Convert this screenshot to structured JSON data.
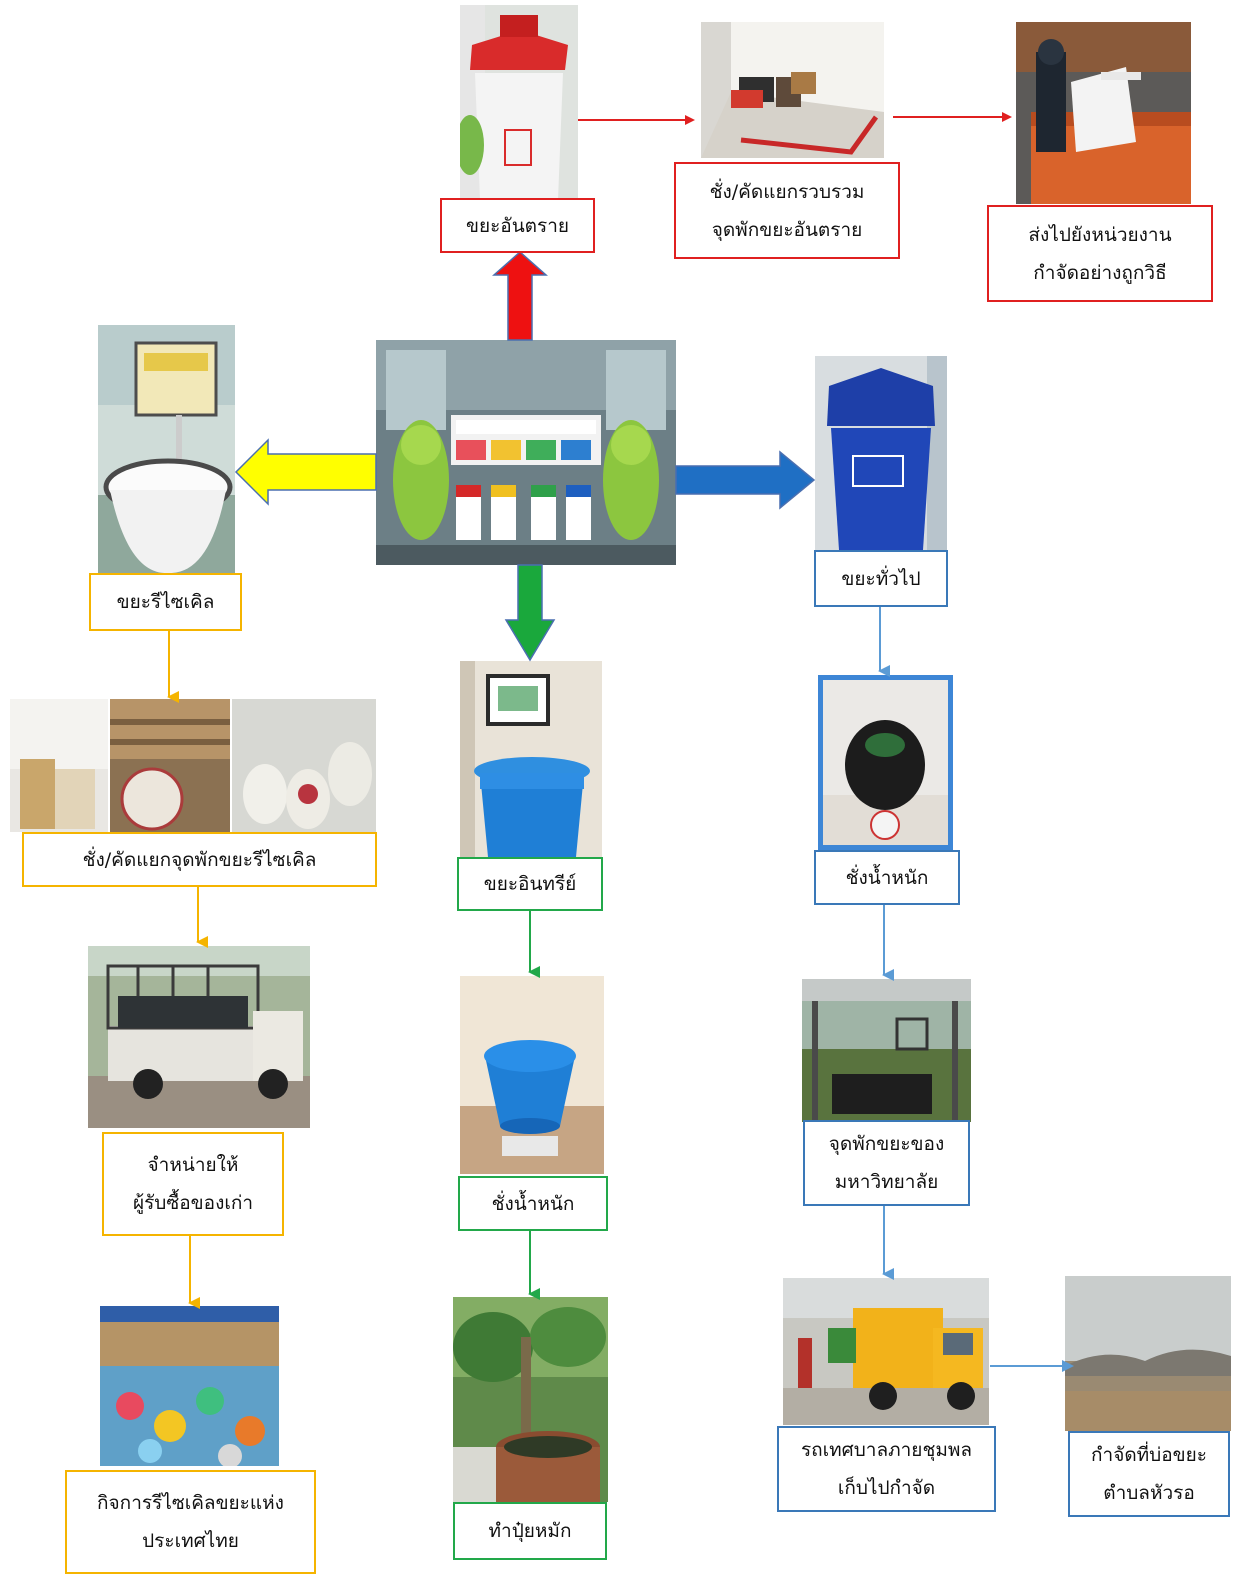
{
  "labels": {
    "hazardous": "ขยะอันตราย",
    "hazardous_collect_1": "ชั่ง/คัดแยกรวบรวม",
    "hazardous_collect_2": "จุดพักขยะอันตราย",
    "hazardous_send_1": "ส่งไปยังหน่วยงาน",
    "hazardous_send_2": "กำจัดอย่างถูกวิธี",
    "recycle": "ขยะรีไซเคิล",
    "recycle_sort": "ชั่ง/คัดแยกจุดพักขยะรีไซเคิล",
    "recycle_sell_1": "จำหน่ายให้",
    "recycle_sell_2": "ผู้รับซื้อของเก่า",
    "recycle_business_1": "กิจการรีไซเคิลขยะแห่ง",
    "recycle_business_2": "ประเทศไทย",
    "organic": "ขยะอินทรีย์",
    "organic_weigh": "ชั่งน้ำหนัก",
    "organic_compost": "ทำปุ๋ยหมัก",
    "general": "ขยะทั่วไป",
    "general_weigh": "ชั่งน้ำหนัก",
    "general_station_1": "จุดพักขยะของ",
    "general_station_2": "มหาวิทยาลัย",
    "general_truck_1": "รถเทศบาลภายชุมพล",
    "general_truck_2": "เก็บไปกำจัด",
    "general_landfill_1": "กำจัดที่บ่อขยะ",
    "general_landfill_2": "ตำบลหัวรอ"
  },
  "colors": {
    "hazardous": "#e02020",
    "recycle": "#f5b400",
    "organic": "#22a84a",
    "general": "#3a78b8"
  }
}
